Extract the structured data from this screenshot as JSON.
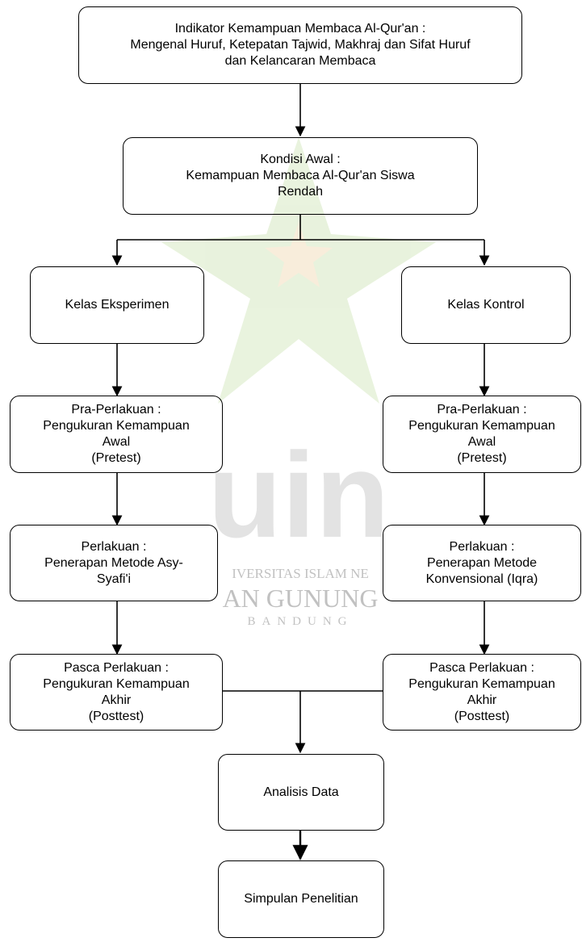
{
  "colors": {
    "box_border": "#000000",
    "arrow": "#000000",
    "watermark_green": "#9cc76a",
    "watermark_gold": "#e0b060",
    "watermark_gray": "#8f8f8f"
  },
  "watermark": {
    "logo_text": "uin",
    "line1": "IVERSITAS ISLAM NE",
    "line2": "AN GUNUNG",
    "line3": "BANDUNG"
  },
  "nodes": {
    "indicator": [
      "Indikator Kemampuan Membaca Al-Qur'an :",
      "Mengenal Huruf, Ketepatan Tajwid, Makhraj dan Sifat Huruf",
      "dan Kelancaran Membaca"
    ],
    "initial": [
      "Kondisi Awal :",
      "Kemampuan Membaca Al-Qur'an Siswa",
      "Rendah"
    ],
    "exp_class": [
      "Kelas Eksperimen"
    ],
    "ctrl_class": [
      "Kelas Kontrol"
    ],
    "exp_pre": [
      "Pra-Perlakuan :",
      "Pengukuran Kemampuan",
      "Awal",
      "(Pretest)"
    ],
    "ctrl_pre": [
      "Pra-Perlakuan :",
      "Pengukuran Kemampuan",
      "Awal",
      "(Pretest)"
    ],
    "exp_treat": [
      "Perlakuan :",
      "Penerapan Metode Asy-",
      "Syafi'i"
    ],
    "ctrl_treat": [
      "Perlakuan :",
      "Penerapan Metode",
      "Konvensional (Iqra)"
    ],
    "exp_post": [
      "Pasca Perlakuan :",
      "Pengukuran Kemampuan",
      "Akhir",
      "(Posttest)"
    ],
    "ctrl_post": [
      "Pasca Perlakuan :",
      "Pengukuran Kemampuan",
      "Akhir",
      "(Posttest)"
    ],
    "analysis": [
      "Analisis Data"
    ],
    "conclusion": [
      "Simpulan Penelitian"
    ]
  }
}
